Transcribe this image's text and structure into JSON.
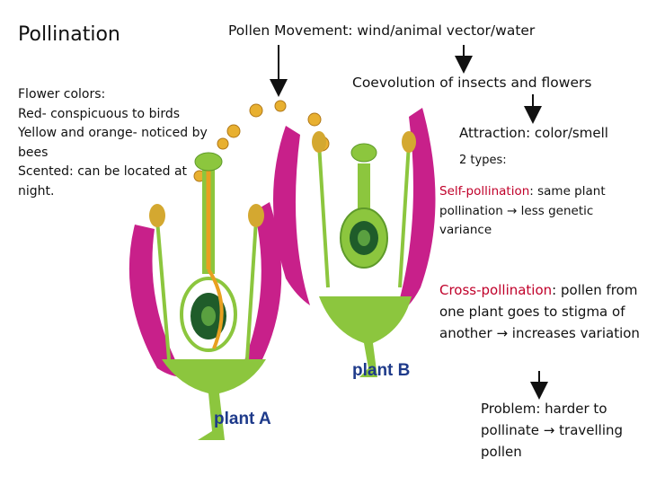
{
  "slide": {
    "title": "Pollination",
    "header": "Pollen Movement: wind/animal vector/water",
    "flower_colors": [
      "Flower colors:",
      "Red- conspicuous to birds",
      "Yellow and orange- noticed by",
      "bees",
      "Scented: can be located at",
      "night."
    ],
    "coevolution": "Coevolution of insects and flowers",
    "attraction": "Attraction: color/smell",
    "types": "2 types:",
    "self": {
      "term": "Self-pollination",
      "rest1": ": same plant pollination",
      "arrow": "→",
      "rest2": " less genetic variance"
    },
    "cross": {
      "term": "Cross-pollination",
      "rest1": ": pollen from one plant goes to stigma of another",
      "arrow": "→",
      "rest2": " increases variation"
    },
    "problem": {
      "text1": "Problem: harder to pollinate",
      "arrow": "→",
      "text2": " travelling pollen"
    },
    "labels": {
      "plant_a": "plant A",
      "plant_b": "plant B"
    },
    "colors": {
      "term_red": "#c0002a",
      "petal": "#c8208a",
      "stem": "#8cc63e",
      "ovary": "#1f5c2a",
      "pollen": "#e8b030",
      "style_orange": "#e8a020",
      "label": "#1e3a8a"
    }
  }
}
